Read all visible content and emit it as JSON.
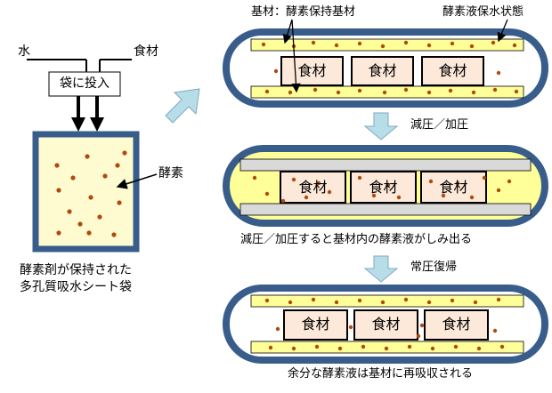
{
  "left": {
    "water": "水",
    "food": "食材",
    "bag_step": "袋に投入",
    "enzyme": "酵素",
    "caption_line1": "酵素剤が保持された",
    "caption_line2": "多孔質吸水シート袋"
  },
  "right": {
    "label_substrate": "基材：酵素保持基材",
    "label_retention": "酵素液保水状態",
    "food": "食材",
    "step_pressure": "減圧／加圧",
    "caption_middle": "減圧／加圧すると基材内の酵素液がしみ出る",
    "step_normal": "常圧復帰",
    "caption_bottom": "余分な酵素液は基材に再吸収される"
  },
  "colors": {
    "capsule_border": "#385d8a",
    "yellow_fill": "#ffff99",
    "sheet_fill": "#fffbd0",
    "gray_plate": "#d9d9d9",
    "food_fill": "#fde9d9",
    "dot": "#b04a0f",
    "arrow_fill": "#b7dee8",
    "arrow_stroke": "#7fa9c0"
  }
}
